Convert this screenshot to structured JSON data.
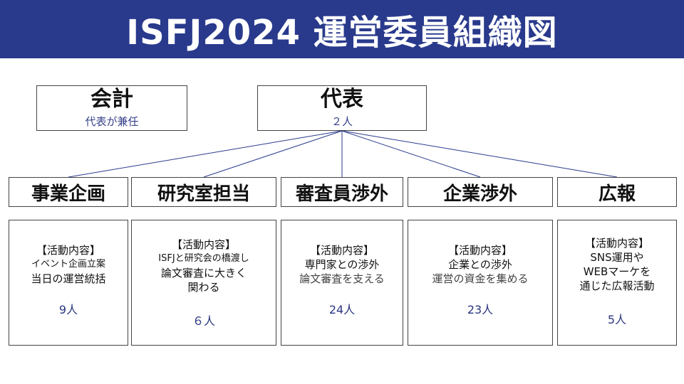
{
  "title": "ISFJ2024 運営委員組織図",
  "accent": "#293a8c",
  "accounting": {
    "title": "会計",
    "note": "代表が兼任"
  },
  "leader": {
    "title": "代表",
    "count": "２人"
  },
  "departments": [
    {
      "name": "事業企画",
      "label": "【活動内容】",
      "lines": [
        "イベント企画立案",
        "当日の運営統括"
      ],
      "count": "9人"
    },
    {
      "name": "研究室担当",
      "label": "【活動内容】",
      "lines": [
        "ISFJと研究会の橋渡し",
        "論文審査に大きく",
        "関わる"
      ],
      "count": "６人"
    },
    {
      "name": "審査員渉外",
      "label": "【活動内容】",
      "lines": [
        "専門家との渉外",
        "論文審査を支える"
      ],
      "count": "24人"
    },
    {
      "name": "企業渉外",
      "label": "【活動内容】",
      "lines": [
        "企業との渉外",
        "運営の資金を集める"
      ],
      "count": "23人"
    },
    {
      "name": "広報",
      "label": "【活動内容】",
      "lines": [
        "SNS運用や",
        "WEBマーケを",
        "通じた広報活動"
      ],
      "count": "5人"
    }
  ]
}
